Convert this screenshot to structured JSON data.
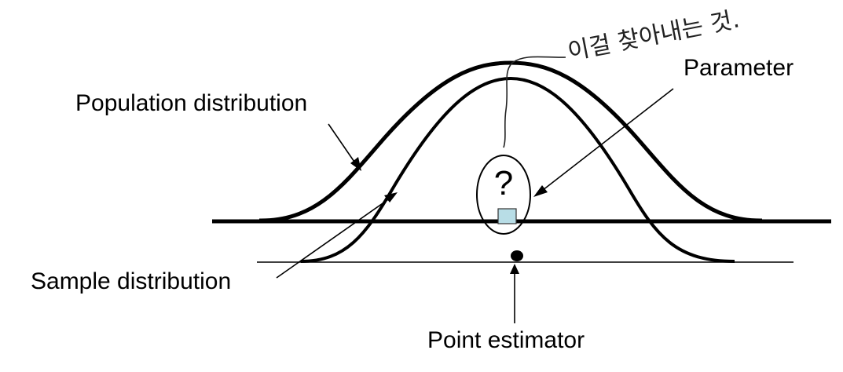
{
  "labels": {
    "population": "Population distribution",
    "parameter": "Parameter",
    "sample": "Sample distribution",
    "point_estimator": "Point estimator",
    "unknown": "?"
  },
  "handwritten_note": "이걸 찾아내는 것.",
  "colors": {
    "line": "#000000",
    "parameter_box": "#b8dde6",
    "background": "#ffffff"
  }
}
